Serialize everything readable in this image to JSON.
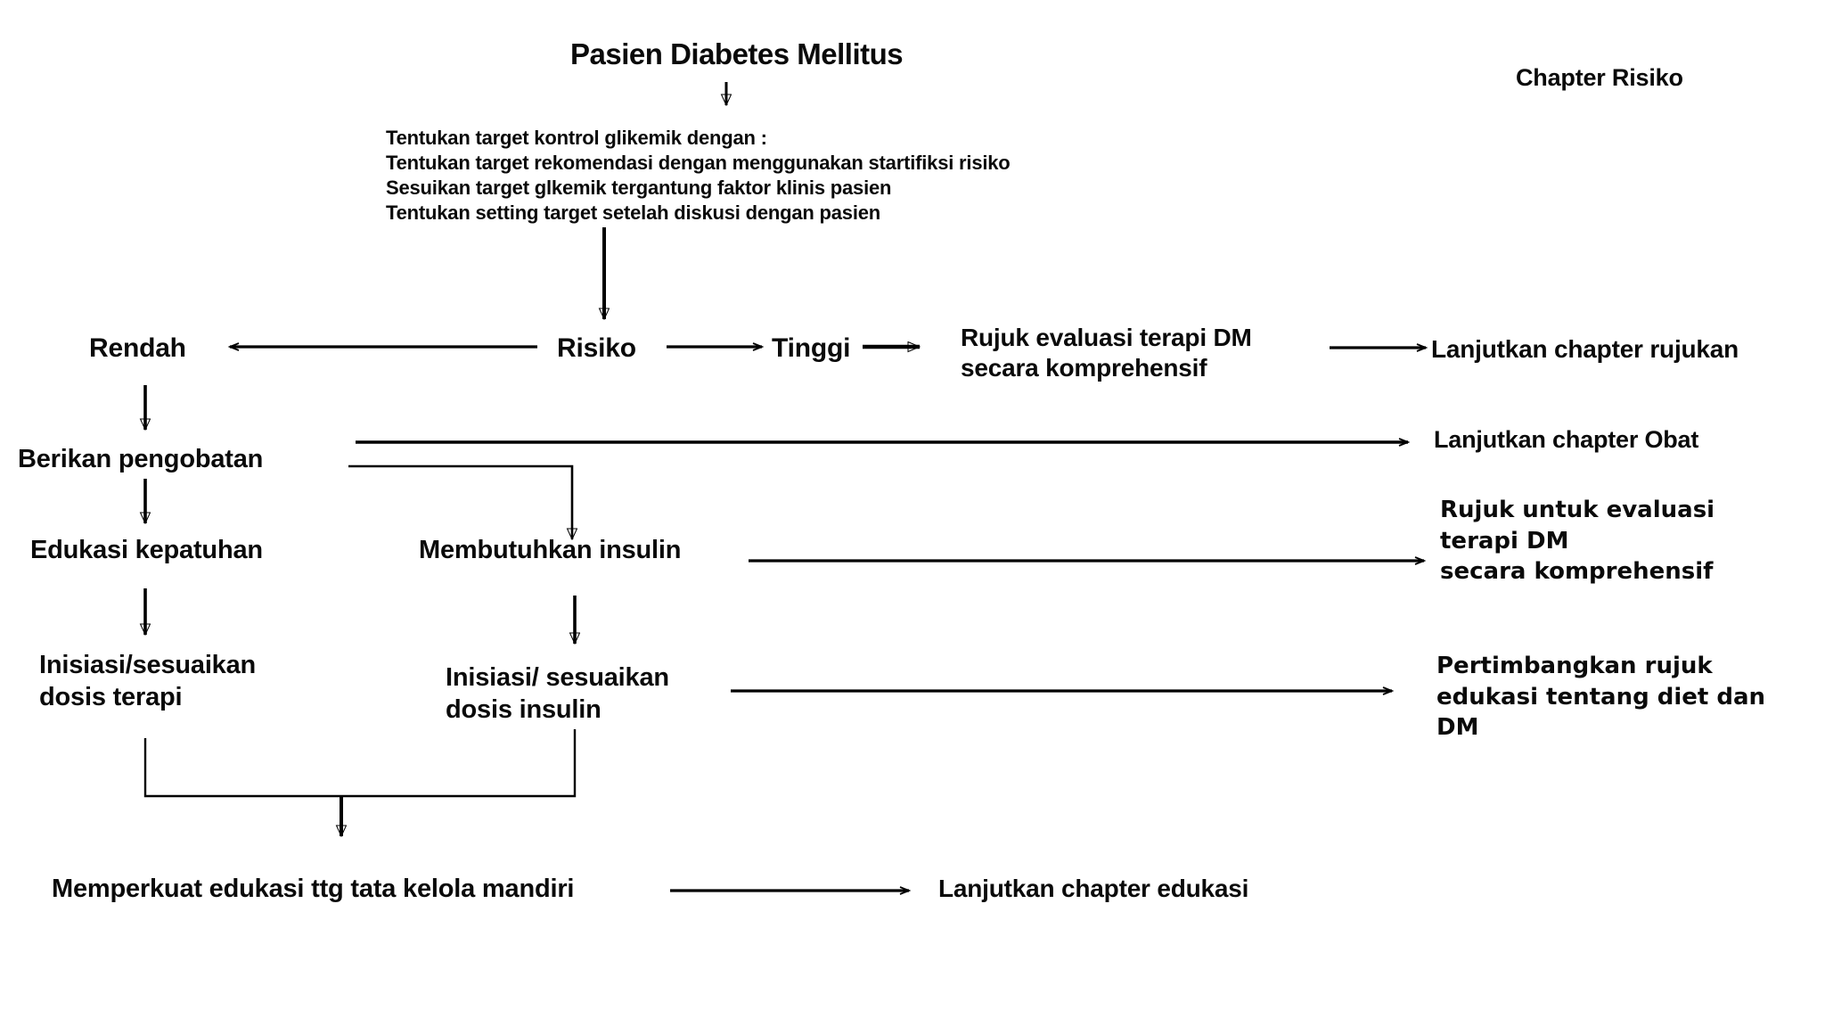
{
  "diagram": {
    "title": "Pasien Diabetes Mellitus",
    "corner_label": "Chapter Risiko",
    "instructions": [
      "Tentukan target kontrol glikemik dengan :",
      "Tentukan target rekomendasi dengan menggunakan startifiksi risiko",
      "Sesuikan target glkemik tergantung faktor  klinis pasien",
      "Tentukan setting target  setelah  diskusi dengan pasien"
    ],
    "nodes": {
      "risiko": "Risiko",
      "rendah": "Rendah",
      "tinggi": "Tinggi",
      "rujuk_evaluasi_dm": "Rujuk evaluasi terapi DM\nsecara komprehensif",
      "lanjutkan_chapter_rujukan": "Lanjutkan  chapter rujukan",
      "berikan_pengobatan": "Berikan pengobatan",
      "lanjutkan_chapter_obat": "Lanjutkan  chapter Obat",
      "edukasi_kepatuhan": "Edukasi kepatuhan",
      "membutuhkan_insulin": "Membutuhkan insulin",
      "rujuk_untuk_evaluasi": "Rujuk untuk evaluasi\nterapi DM\nsecara komprehensif",
      "inisiasi_dosis_terapi": "Inisiasi/sesuaikan\ndosis terapi",
      "inisiasi_dosis_insulin": "Inisiasi/ sesuaikan\ndosis insulin",
      "pertimbangkan_rujuk": "Pertimbangkan rujuk\nedukasi tentang diet dan\nDM",
      "memperkuat_edukasi": "Memperkuat edukasi ttg tata kelola mandiri",
      "lanjutkan_chapter_edukasi": "Lanjutkan chapter  edukasi"
    },
    "colors": {
      "stroke": "#000000",
      "text": "#0a0a0a",
      "background": "#ffffff"
    }
  }
}
